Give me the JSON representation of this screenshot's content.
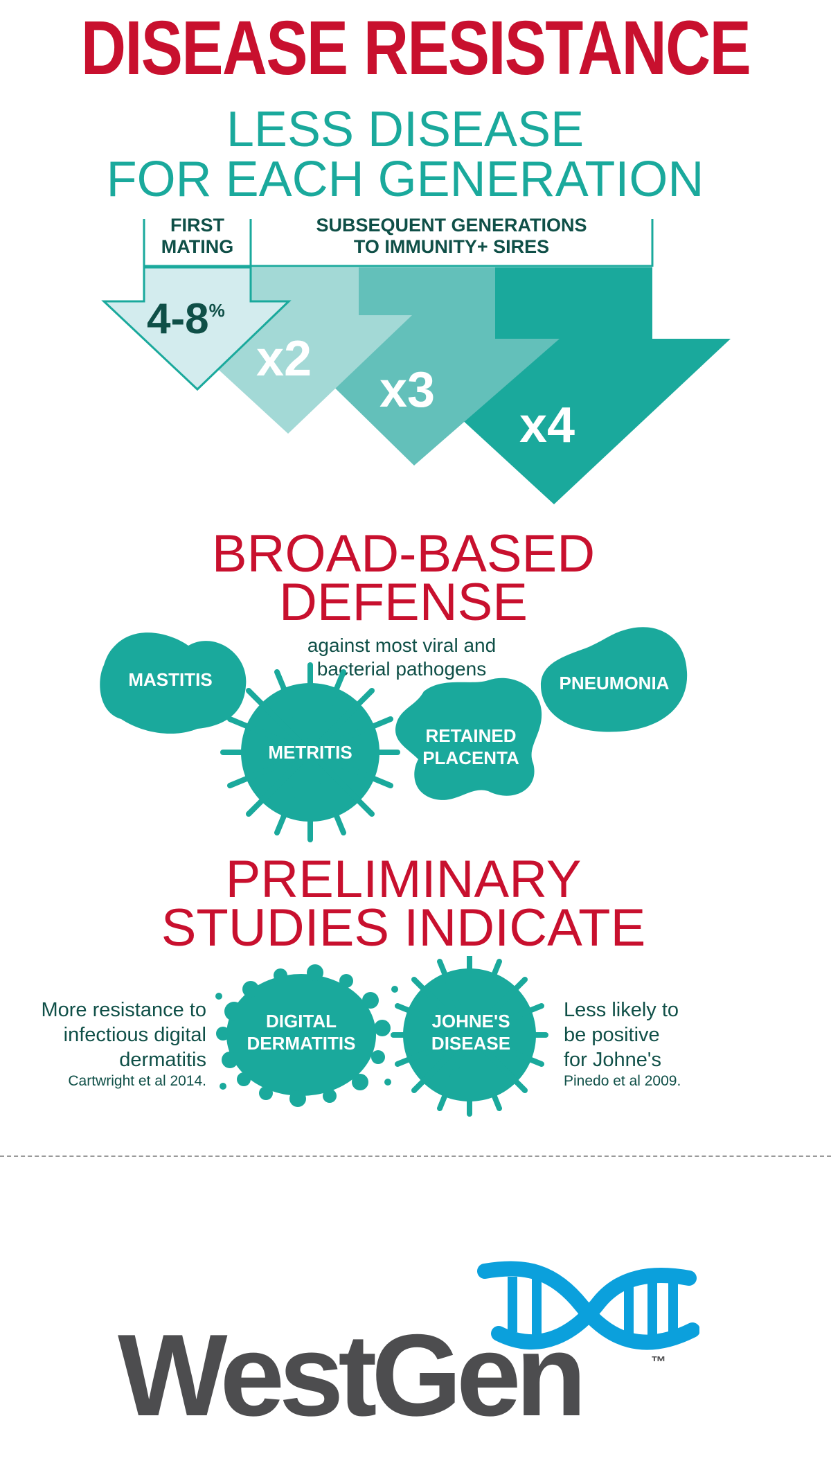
{
  "header": {
    "title": "DISEASE RESISTANCE"
  },
  "generations": {
    "subtitle_line1": "LESS DISEASE",
    "subtitle_line2": "FOR EACH GENERATION",
    "first_label_line1": "FIRST",
    "first_label_line2": "MATING",
    "subsequent_label_line1": "SUBSEQUENT GENERATIONS",
    "subsequent_label_line2": "TO IMMUNITY+ SIRES",
    "first_value": "4-8",
    "first_unit": "%",
    "multipliers": [
      "x2",
      "x3",
      "x4"
    ]
  },
  "defense": {
    "title_line1": "BROAD-BASED",
    "title_line2": "DEFENSE",
    "desc_line1": "against most viral and",
    "desc_line2": "bacterial pathogens",
    "diseases": {
      "mastitis": "MASTITIS",
      "pneumonia": "PNEUMONIA",
      "metritis": "METRITIS",
      "retained_line1": "RETAINED",
      "retained_line2": "PLACENTA"
    }
  },
  "studies": {
    "title_line1": "PRELIMINARY",
    "title_line2": "STUDIES INDICATE",
    "digital_line1": "DIGITAL",
    "digital_line2": "DERMATITIS",
    "johnes_line1": "JOHNE'S",
    "johnes_line2": "DISEASE",
    "left_text_line1": "More resistance to",
    "left_text_line2": "infectious digital",
    "left_text_line3": "dermatitis",
    "left_cite": "Cartwright et al 2014.",
    "right_text_line1": "Less likely to",
    "right_text_line2": "be positive",
    "right_text_line3": "for Johne's",
    "right_cite": "Pinedo et al 2009."
  },
  "logo": {
    "text": "WestGen",
    "tm": "™"
  },
  "colors": {
    "red": "#c8102e",
    "teal": "#1aa99c",
    "dark_teal": "#0f4f47",
    "light_teal_1": "#d3ecee",
    "light_teal_2": "#a3d9d6",
    "mid_teal": "#63c0ba",
    "logo_gray": "#4d4d4f",
    "logo_blue": "#0ba0dc"
  },
  "icons": [
    "dna-icon"
  ]
}
